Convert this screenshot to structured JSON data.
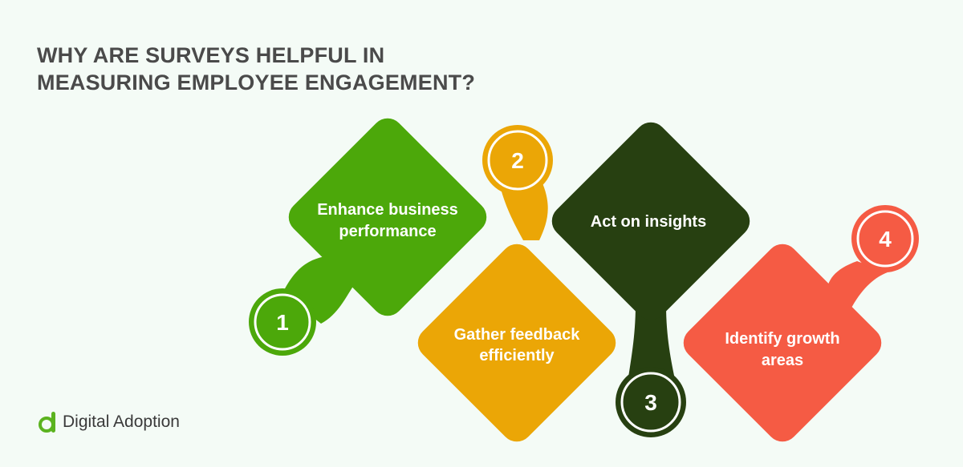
{
  "title": {
    "line1": "WHY ARE SURVEYS HELPFUL IN",
    "line2": "MEASURING EMPLOYEE ENGAGEMENT?"
  },
  "items": [
    {
      "number": "1",
      "line1": "Enhance business",
      "line2": "performance",
      "color": "#4ca80a"
    },
    {
      "number": "2",
      "line1": "Gather feedback",
      "line2": "efficiently",
      "color": "#eba606"
    },
    {
      "number": "3",
      "line1": "Act on insights",
      "line2": "",
      "color": "#274011"
    },
    {
      "number": "4",
      "line1": "Identify growth",
      "line2": "areas",
      "color": "#f55b44"
    }
  ],
  "logo": {
    "text": "Digital Adoption",
    "mark_color": "#5bb31f",
    "icon": "digital-adoption-logo-icon"
  },
  "colors": {
    "background": "#f4fbf6",
    "title": "#4a4a4a"
  }
}
